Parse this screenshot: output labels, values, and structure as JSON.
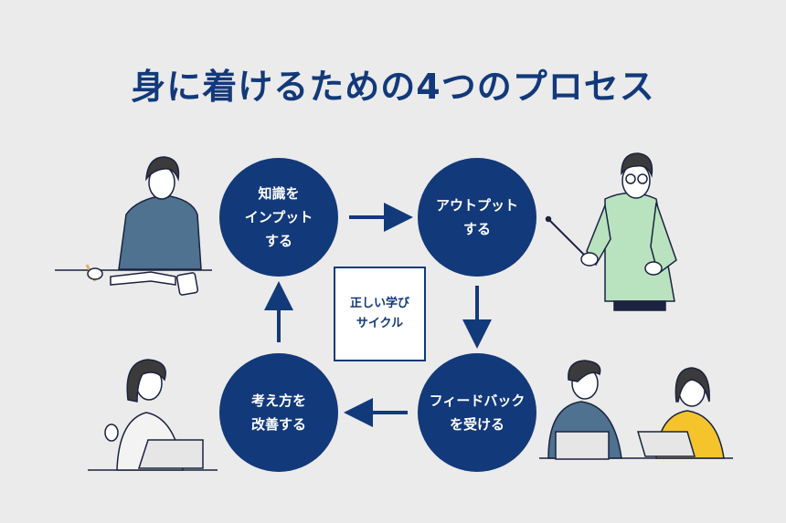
{
  "title": "身に着けるための4つのプロセス",
  "center_label": "正しい学び\nサイクル",
  "steps": [
    {
      "id": "input",
      "label": "知識を\nインプット\nする"
    },
    {
      "id": "output",
      "label": "アウトプット\nする"
    },
    {
      "id": "feedback",
      "label": "フィードバック\nを受ける"
    },
    {
      "id": "improve",
      "label": "考え方を\n改善する"
    }
  ],
  "flow": [
    "input",
    "output",
    "feedback",
    "improve",
    "input"
  ],
  "illustrations": [
    {
      "id": "person-studying",
      "description": "man studying with notebook, pencil and phone",
      "shirt_color": "#4e7290"
    },
    {
      "id": "person-presenting",
      "description": "man with glasses holding pointer",
      "shirt_color": "#b9e3bf"
    },
    {
      "id": "people-discussing",
      "description": "man and woman talking at laptops",
      "shirt_colors": [
        "#4e7290",
        "#f5c42c"
      ]
    },
    {
      "id": "person-laptop",
      "description": "woman working at laptop",
      "shirt_color": "#f3f3f3"
    }
  ],
  "colors": {
    "primary": "#12397a",
    "background": "#ebebeb"
  }
}
